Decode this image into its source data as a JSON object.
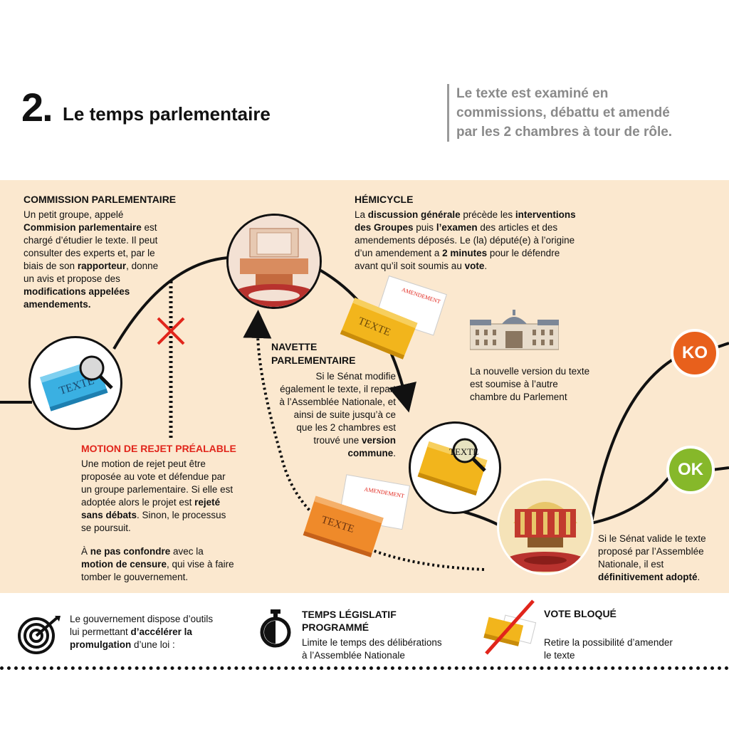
{
  "header": {
    "number": "2.",
    "title": "Le temps parlementaire",
    "subtitle_lines": [
      "Le texte est examiné en",
      "commissions, débattu et amendé",
      "par les 2 chambres à tour de rôle."
    ]
  },
  "commission": {
    "heading": "COMMISSION PARLEMENTAIRE",
    "lines": [
      [
        {
          "t": "Un petit groupe, appelé"
        }
      ],
      [
        {
          "t": "Commision parlementaire",
          "b": true
        },
        {
          "t": " est"
        }
      ],
      [
        {
          "t": "chargé d’étudier le texte. Il peut"
        }
      ],
      [
        {
          "t": "consulter des experts et, par le"
        }
      ],
      [
        {
          "t": "biais de son "
        },
        {
          "t": "rapporteur",
          "b": true
        },
        {
          "t": ", donne"
        }
      ],
      [
        {
          "t": "un avis et propose des"
        }
      ],
      [
        {
          "t": "modifications appelées",
          "b": true
        }
      ],
      [
        {
          "t": "amendements.",
          "b": true
        }
      ]
    ]
  },
  "hemicycle": {
    "heading": "HÉMICYCLE",
    "lines": [
      [
        {
          "t": "La "
        },
        {
          "t": "discussion générale",
          "b": true
        },
        {
          "t": " précède les "
        },
        {
          "t": "interventions",
          "b": true
        }
      ],
      [
        {
          "t": "des Groupes",
          "b": true
        },
        {
          "t": " puis "
        },
        {
          "t": "l’examen",
          "b": true
        },
        {
          "t": " des articles et des"
        }
      ],
      [
        {
          "t": "amendements déposés.  Le (la) député(e) à l’origine"
        }
      ],
      [
        {
          "t": "d’un amendement a "
        },
        {
          "t": "2 minutes",
          "b": true
        },
        {
          "t": " pour le défendre"
        }
      ],
      [
        {
          "t": "avant qu’il soit soumis au "
        },
        {
          "t": "vote",
          "b": true
        },
        {
          "t": "."
        }
      ]
    ]
  },
  "navette": {
    "heading_lines": [
      "NAVETTE",
      "PARLEMENTAIRE"
    ],
    "lines": [
      [
        {
          "t": "Si le Sénat modifie"
        }
      ],
      [
        {
          "t": "également le texte, il repart"
        }
      ],
      [
        {
          "t": "à l’Assemblée Nationale, et"
        }
      ],
      [
        {
          "t": "ainsi de suite jusqu’à ce"
        }
      ],
      [
        {
          "t": "que les 2 chambres est"
        }
      ],
      [
        {
          "t": "trouvé une "
        },
        {
          "t": "version",
          "b": true
        }
      ],
      [
        {
          "t": "commune",
          "b": true
        },
        {
          "t": "."
        }
      ]
    ]
  },
  "senat_note": {
    "lines": [
      [
        {
          "t": "La nouvelle version du texte"
        }
      ],
      [
        {
          "t": "est soumise à l’autre"
        }
      ],
      [
        {
          "t": "chambre du Parlement"
        }
      ]
    ]
  },
  "motion": {
    "heading": "MOTION DE REJET PRÉALABLE",
    "lines": [
      [
        {
          "t": "Une motion de rejet peut être"
        }
      ],
      [
        {
          "t": "proposée au vote et défendue par"
        }
      ],
      [
        {
          "t": "un groupe parlementaire. Si elle est"
        }
      ],
      [
        {
          "t": "adoptée alors le projet est "
        },
        {
          "t": "rejeté",
          "b": true
        }
      ],
      [
        {
          "t": "sans débats",
          "b": true
        },
        {
          "t": ". Sinon, le processus"
        }
      ],
      [
        {
          "t": "se poursuit."
        }
      ]
    ],
    "lines2": [
      [
        {
          "t": "À "
        },
        {
          "t": "ne pas confondre",
          "b": true
        },
        {
          "t": " avec la"
        }
      ],
      [
        {
          "t": "motion de censure",
          "b": true
        },
        {
          "t": ", qui vise à faire"
        }
      ],
      [
        {
          "t": "tomber le gouvernement."
        }
      ]
    ]
  },
  "adopted": {
    "lines": [
      [
        {
          "t": "Si le Sénat valide le texte"
        }
      ],
      [
        {
          "t": "proposé par l’Assemblée"
        }
      ],
      [
        {
          "t": "Nationale, il est"
        }
      ],
      [
        {
          "t": "définitivement adopté",
          "b": true
        },
        {
          "t": "."
        }
      ]
    ]
  },
  "badges": {
    "ko": "KO",
    "ok": "OK"
  },
  "doc_labels": {
    "texte": "TEXTE",
    "amendement": "AMENDEMENT"
  },
  "footer": {
    "intro_lines": [
      [
        {
          "t": "Le gouvernement dispose d’outils"
        }
      ],
      [
        {
          "t": "lui permettant "
        },
        {
          "t": "d’accélérer la",
          "b": true
        }
      ],
      [
        {
          "t": "promulgation",
          "b": true
        },
        {
          "t": " d’une loi :"
        }
      ]
    ],
    "tlp_heading_lines": [
      "TEMPS LÉGISLATIF",
      "PROGRAMMÉ"
    ],
    "tlp_lines": [
      "Limite le temps des délibérations",
      "à l’Assemblée Nationale"
    ],
    "vb_heading": "VOTE BLOQUÉ",
    "vb_lines": [
      "Retire la possibilité d’amender",
      "le texte"
    ]
  },
  "colors": {
    "band": "#fbe8cf",
    "red": "#e1251b",
    "ko": "#e8601c",
    "ok": "#86b82a",
    "blue_doc": "#3ab0e2",
    "yellow_doc": "#f2b51c",
    "orange_doc": "#ef8a2a"
  }
}
